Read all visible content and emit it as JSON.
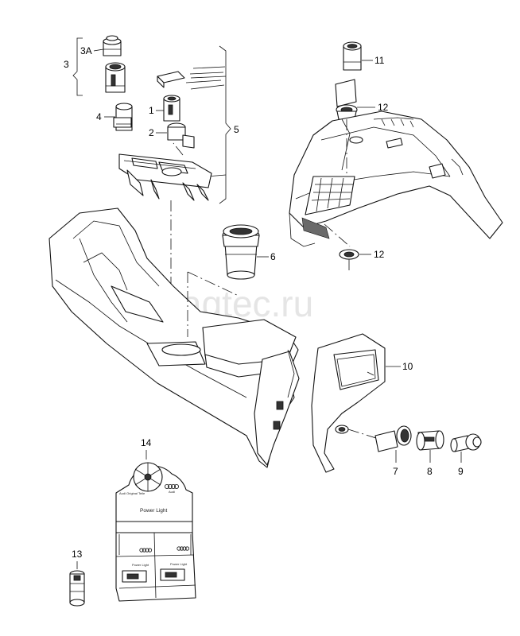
{
  "callouts": {
    "c3": "3",
    "c3a": "3A",
    "c4": "4",
    "c1": "1",
    "c2": "2",
    "c5": "5",
    "c11": "11",
    "c12a": "12",
    "c12b": "12",
    "c6": "6",
    "c10": "10",
    "c7": "7",
    "c8": "8",
    "c9": "9",
    "c14": "14",
    "c13": "13"
  },
  "package": {
    "brand": "Audi",
    "original_parts": "Audi Original Teile",
    "product": "Power Light",
    "box_label_left": "Power Light",
    "box_label_right": "Power Light"
  },
  "watermark": "vagtec.ru"
}
